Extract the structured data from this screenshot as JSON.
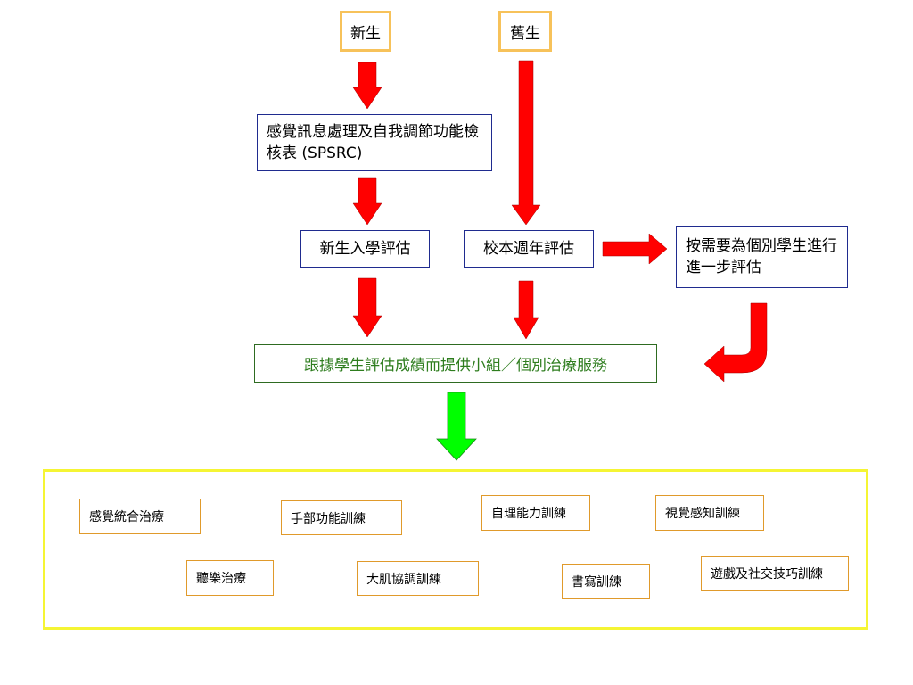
{
  "flow": {
    "new_student": "新生",
    "old_student": "舊生",
    "checklist": "感覺訊息處理及自我調節功能檢核表 (SPSRC)",
    "new_assessment": "新生入學評估",
    "annual_assessment": "校本週年評估",
    "further_assessment": "按需要為個別學生進行進一步評估",
    "services": "跟據學生評估成績而提供小組／個別治療服務"
  },
  "therapies": [
    "感覺統合治療",
    "手部功能訓練",
    "自理能力訓練",
    "視覺感知訓練",
    "聽樂治療",
    "大肌協調訓練",
    "書寫訓練",
    "遊戲及社交技巧訓練"
  ],
  "colors": {
    "arrow_red": "#ff0000",
    "arrow_green": "#00ff00",
    "start_border": "#f7c25a",
    "process_border": "#1f2b8f",
    "service_text": "#2e7d1e",
    "therapy_border": "#e09a2b",
    "container_border": "#f5f534"
  }
}
